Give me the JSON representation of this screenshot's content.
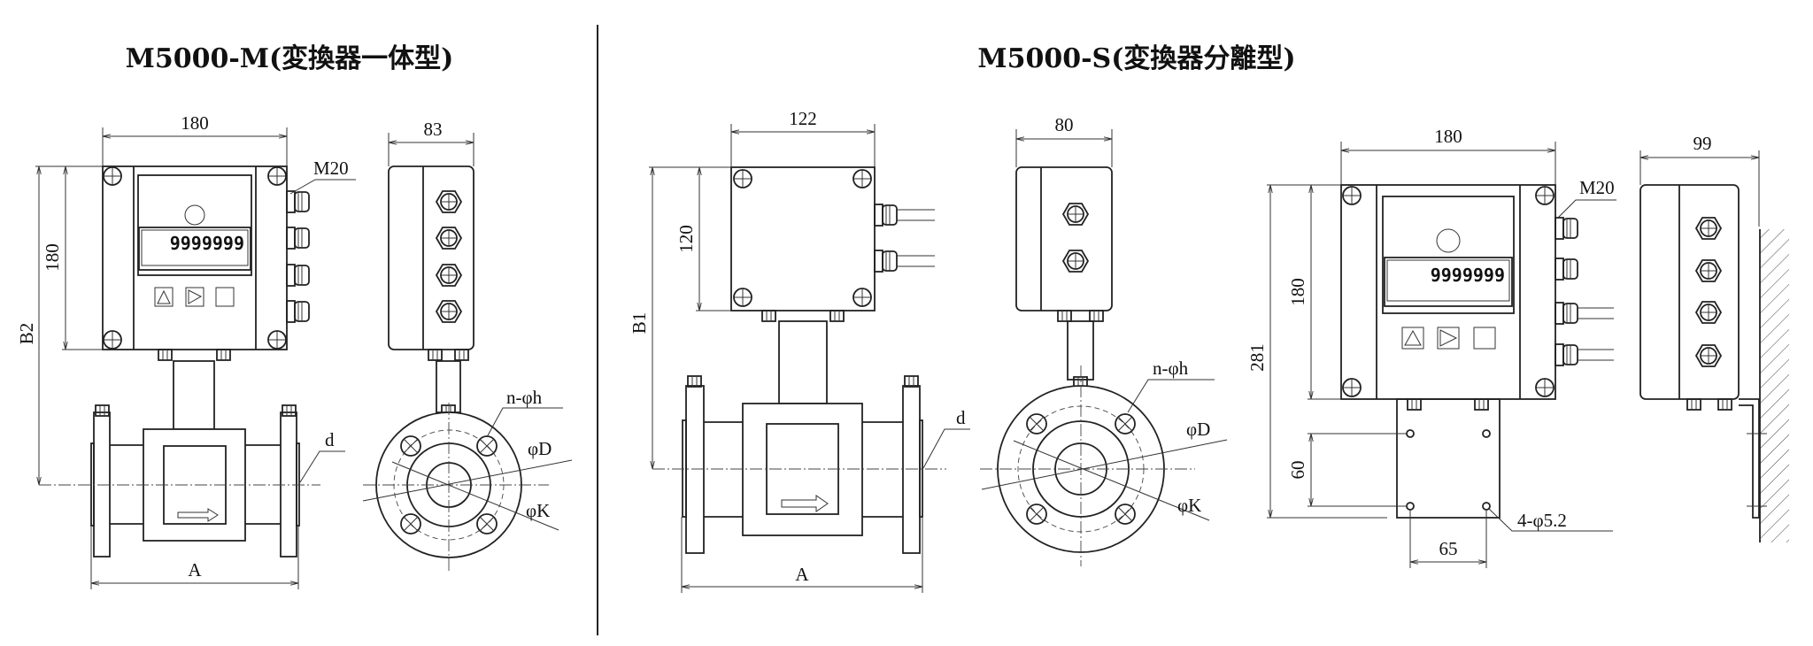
{
  "titles": {
    "integrated": "M5000-M(変換器一体型)",
    "separated": "M5000-S(変換器分離型)"
  },
  "integrated": {
    "front": {
      "width": "180",
      "height": "180",
      "overall_height": "B2",
      "gland": "M20",
      "display": "9999999",
      "bore": "d",
      "length": "A"
    },
    "side": {
      "depth": "83",
      "bolt_holes": "n-φh",
      "flange_diameter": "φD",
      "bolt_circle": "φK"
    }
  },
  "separated": {
    "sensor_front": {
      "width": "122",
      "height": "120",
      "overall_height": "B1",
      "bore": "d",
      "length": "A"
    },
    "sensor_side": {
      "depth": "80",
      "bolt_holes": "n-φh",
      "flange_diameter": "φD",
      "bolt_circle": "φK"
    },
    "converter_front": {
      "width": "180",
      "height": "180",
      "overall_height": "281",
      "gland": "M20",
      "display": "9999999",
      "hole_spacing_v": "60",
      "hole_spacing_h": "65",
      "mount_holes": "4-φ5.2"
    },
    "converter_side": {
      "depth": "99"
    }
  }
}
